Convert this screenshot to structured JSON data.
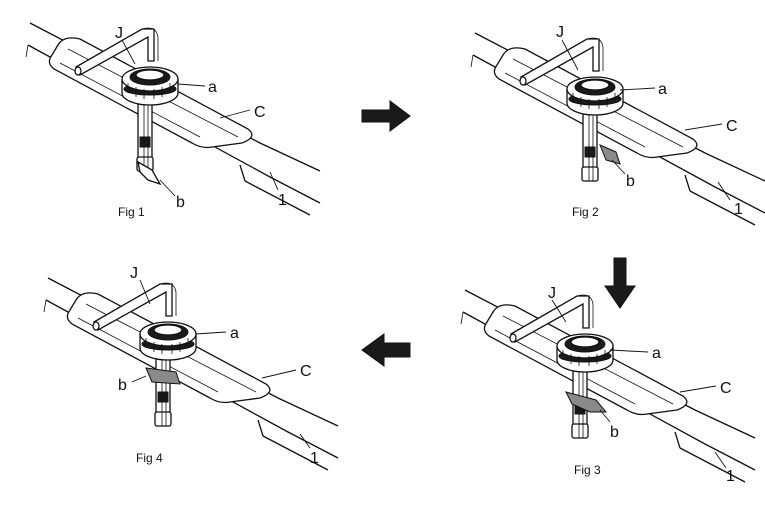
{
  "figures": [
    {
      "caption": "Fig 1",
      "labels": {
        "wrench": "J",
        "ring": "a",
        "cover": "C",
        "clip": "b",
        "part": "1"
      }
    },
    {
      "caption": "Fig 2",
      "labels": {
        "wrench": "J",
        "ring": "a",
        "cover": "C",
        "clip": "b",
        "part": "1"
      }
    },
    {
      "caption": "Fig 3",
      "labels": {
        "wrench": "J",
        "ring": "a",
        "cover": "C",
        "clip": "b",
        "part": "1"
      }
    },
    {
      "caption": "Fig 4",
      "labels": {
        "wrench": "J",
        "ring": "a",
        "cover": "C",
        "clip": "b",
        "part": "1"
      }
    }
  ],
  "arrows": [
    "right-arrow",
    "down-arrow",
    "left-arrow"
  ]
}
